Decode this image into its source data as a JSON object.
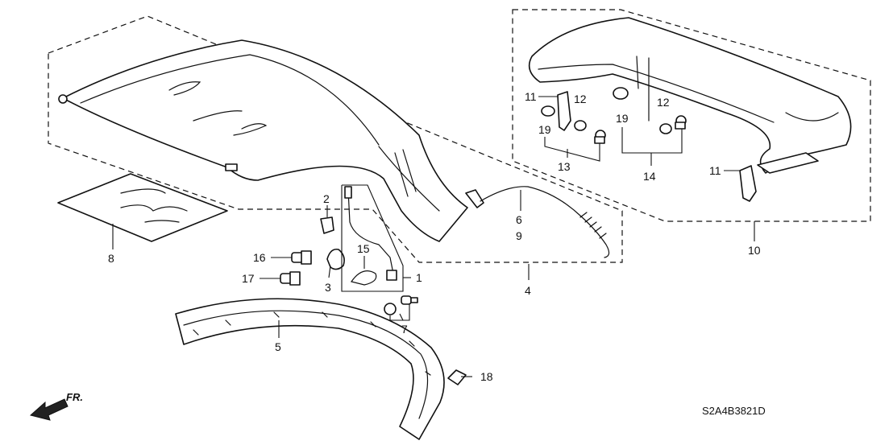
{
  "diagram_code": "S2A4B3821D",
  "direction_label": "FR.",
  "callouts": {
    "c1": "1",
    "c2": "2",
    "c3": "3",
    "c4": "4",
    "c5": "5",
    "c6": "6",
    "c7": "7",
    "c8": "8",
    "c9": "9",
    "c10": "10",
    "c11a": "11",
    "c11b": "11",
    "c12a": "12",
    "c12b": "12",
    "c13": "13",
    "c14": "14",
    "c15": "15",
    "c16": "16",
    "c17": "17",
    "c18": "18",
    "c19a": "19",
    "c19b": "19"
  }
}
